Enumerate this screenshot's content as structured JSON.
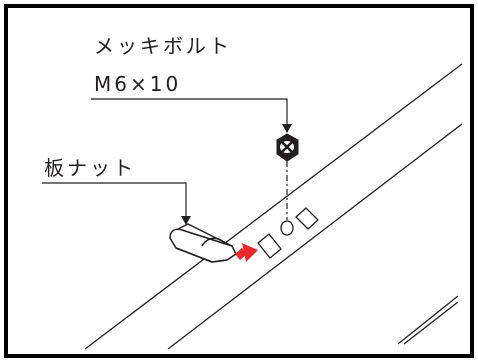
{
  "labels": {
    "bolt_name": "メッキボルト",
    "bolt_size": "M6×10",
    "nut_name": "板ナット"
  },
  "colors": {
    "stroke": "#231f20",
    "arrow": "#e8292b",
    "background": "#ffffff"
  }
}
